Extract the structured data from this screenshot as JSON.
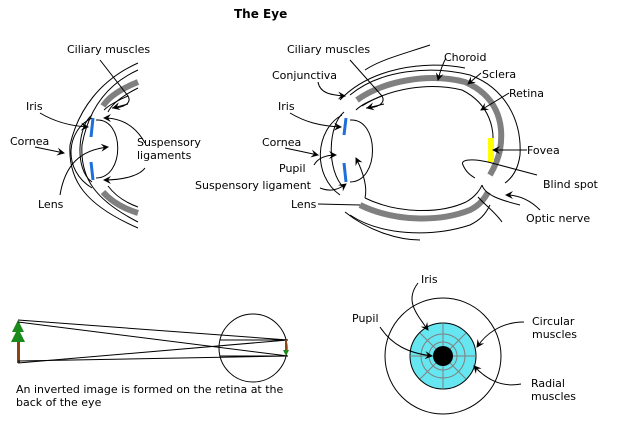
{
  "title": "The Eye",
  "colors": {
    "choroid_band": "#808080",
    "iris_side_view": "#1e6fd9",
    "fovea": "#ffff00",
    "iris_front_view": "#66e6f0",
    "iris_muscle_lines": "#808080",
    "pupil": "#000000",
    "tree_trunk": "#8b4513",
    "tree_leaves": "#1a8a1a"
  },
  "diagram_small": {
    "labels": {
      "ciliary_muscles": "Ciliary muscles",
      "iris": "Iris",
      "cornea": "Cornea",
      "suspensory_1": "Suspensory",
      "suspensory_2": "ligaments",
      "lens": "Lens"
    }
  },
  "diagram_full": {
    "labels": {
      "ciliary_muscles": "Ciliary muscles",
      "conjunctiva": "Conjunctiva",
      "iris": "Iris",
      "cornea": "Cornea",
      "pupil": "Pupil",
      "suspensory_ligament": "Suspensory ligament",
      "lens": "Lens",
      "choroid": "Choroid",
      "sclera": "Sclera",
      "retina": "Retina",
      "fovea": "Fovea",
      "blind_spot": "Blind spot",
      "optic_nerve": "Optic nerve"
    }
  },
  "inverted_image": {
    "caption_line1": "An inverted image is formed on the retina at the",
    "caption_line2": "back of the eye"
  },
  "front_view": {
    "labels": {
      "iris": "Iris",
      "pupil": "Pupil",
      "circular_1": "Circular",
      "circular_2": "muscles",
      "radial_1": "Radial",
      "radial_2": "muscles"
    }
  }
}
